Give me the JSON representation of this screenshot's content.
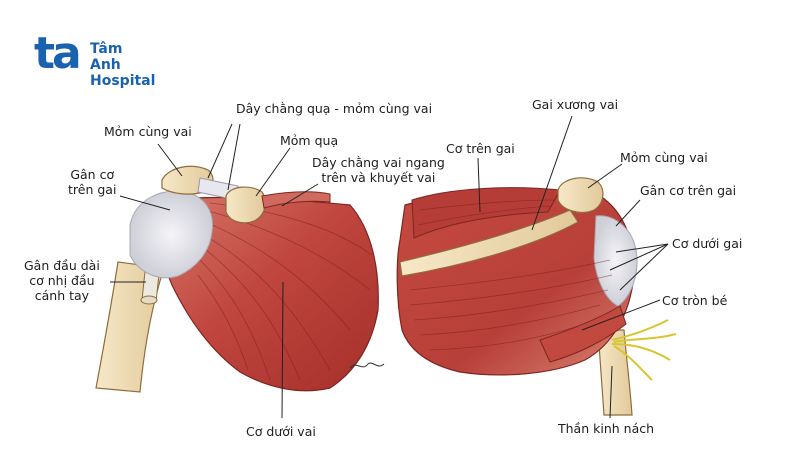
{
  "logo": {
    "mark": "ta",
    "text": "Tâm Anh\nHospital",
    "color": "#1a62b0"
  },
  "colors": {
    "muscle_dark": "#a8302c",
    "muscle_mid": "#c44a40",
    "muscle_light": "#de8a78",
    "bone": "#f1dfb8",
    "bone_edge": "#8f6c3c",
    "tendon": "#e4e4ea",
    "nerve": "#d8c630",
    "leader": "#222222"
  },
  "labels": [
    {
      "id": "mom-cung-vai-left",
      "text": "Mỏm cùng vai"
    },
    {
      "id": "day-chang-qua",
      "text": "Dây chằng quạ - mỏm cùng vai"
    },
    {
      "id": "mom-qua",
      "text": "Mỏm quạ"
    },
    {
      "id": "day-chang-vai-ngang",
      "text": "Dây chằng vai ngang\ntrên và khuyết vai"
    },
    {
      "id": "gan-co-tren-gai-left",
      "text": "Gân cơ\ntrên gai"
    },
    {
      "id": "gan-dau-dai",
      "text": "Gân đầu dài\ncơ nhị đầu\ncánh tay"
    },
    {
      "id": "co-duoi-vai",
      "text": "Cơ dưới vai"
    },
    {
      "id": "gai-xuong-vai",
      "text": "Gai xương vai"
    },
    {
      "id": "co-tren-gai",
      "text": "Cơ trên gai"
    },
    {
      "id": "mom-cung-vai-right",
      "text": "Mỏm cùng vai"
    },
    {
      "id": "gan-co-tren-gai-right",
      "text": "Gân cơ trên gai"
    },
    {
      "id": "co-duoi-gai",
      "text": "Cơ dưới gai"
    },
    {
      "id": "co-tron-be",
      "text": "Cơ tròn bé"
    },
    {
      "id": "than-kinh-nach",
      "text": "Thần kinh nách"
    }
  ]
}
